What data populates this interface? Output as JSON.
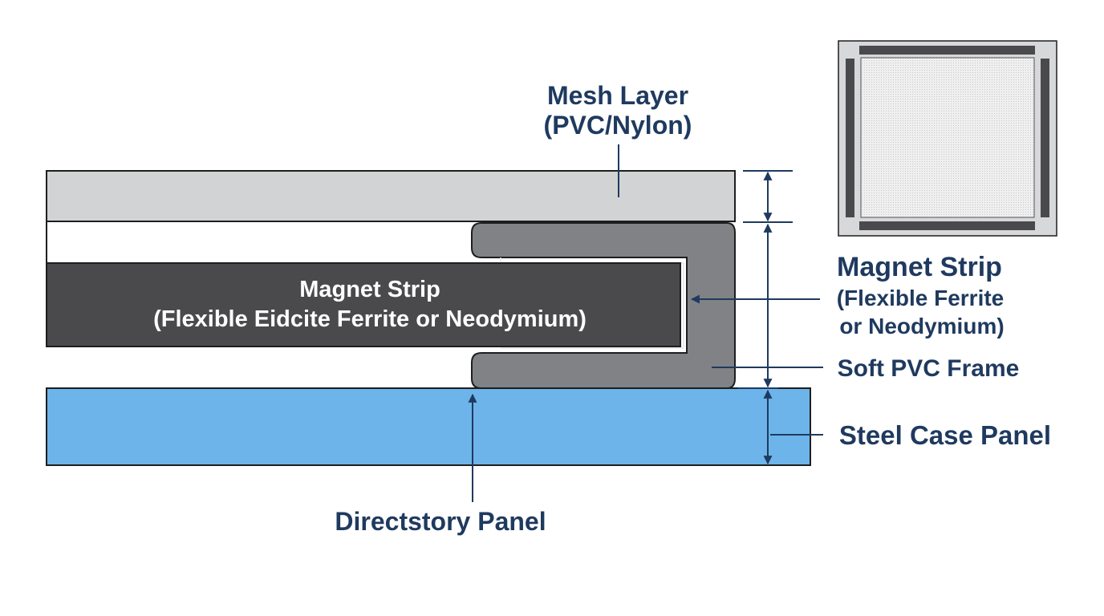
{
  "labels": {
    "mesh_layer": {
      "line1": "Mesh Layer",
      "line2": "(PVC/Nylon)"
    },
    "magnet_strip_inside": {
      "line1": "Magnet Strip",
      "line2": "(Flexible Eidcite Ferrite or Neodymium)"
    },
    "magnet_strip_callout": {
      "line1": "Magnet Strip",
      "line2": "(Flexible Ferrite",
      "line3": "or Neodymium)"
    },
    "soft_pvc_frame": "Soft PVC Frame",
    "steel_case_panel": "Steel Case Panel",
    "directstory_panel": "Directstory Panel"
  },
  "colors": {
    "label_text": "#1f3a5f",
    "mesh_fill": "#d2d3d5",
    "frame_fill": "#808285",
    "magnet_fill": "#4a4a4c",
    "steel_fill": "#6cb4ea",
    "outline": "#1e1e1e"
  }
}
